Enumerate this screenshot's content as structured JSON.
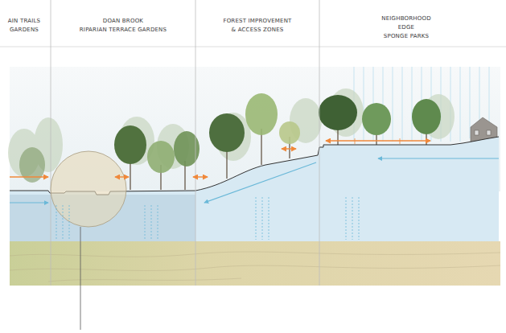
{
  "diagram": {
    "labels": [
      "AIN TRAILS GARDENS",
      "DOAN BROOK RIPARIAN TERRACE GARDENS",
      "FOREST IMPROVEMENT & ACCESS ZONES",
      "NEIGHBORHOOD EDGE SPONGE PARKS"
    ]
  }
}
